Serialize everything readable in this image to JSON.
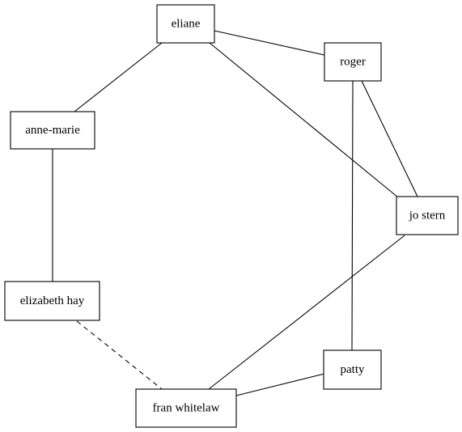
{
  "nodes": [
    {
      "id": "eliane",
      "label": "eliane"
    },
    {
      "id": "roger",
      "label": "roger"
    },
    {
      "id": "anne-marie",
      "label": "anne-marie"
    },
    {
      "id": "jo-stern",
      "label": "jo stern"
    },
    {
      "id": "elizabeth-hay",
      "label": "elizabeth hay"
    },
    {
      "id": "patty",
      "label": "patty"
    },
    {
      "id": "fran-whitelaw",
      "label": "fran whitelaw"
    }
  ],
  "edges": [
    {
      "from": "eliane",
      "to": "roger",
      "style": "solid"
    },
    {
      "from": "eliane",
      "to": "anne-marie",
      "style": "solid"
    },
    {
      "from": "eliane",
      "to": "jo-stern",
      "style": "solid"
    },
    {
      "from": "roger",
      "to": "jo-stern",
      "style": "solid"
    },
    {
      "from": "roger",
      "to": "patty",
      "style": "solid"
    },
    {
      "from": "anne-marie",
      "to": "elizabeth-hay",
      "style": "solid"
    },
    {
      "from": "elizabeth-hay",
      "to": "fran-whitelaw",
      "style": "dashed"
    },
    {
      "from": "jo-stern",
      "to": "fran-whitelaw",
      "style": "solid"
    },
    {
      "from": "patty",
      "to": "fran-whitelaw",
      "style": "solid"
    }
  ]
}
